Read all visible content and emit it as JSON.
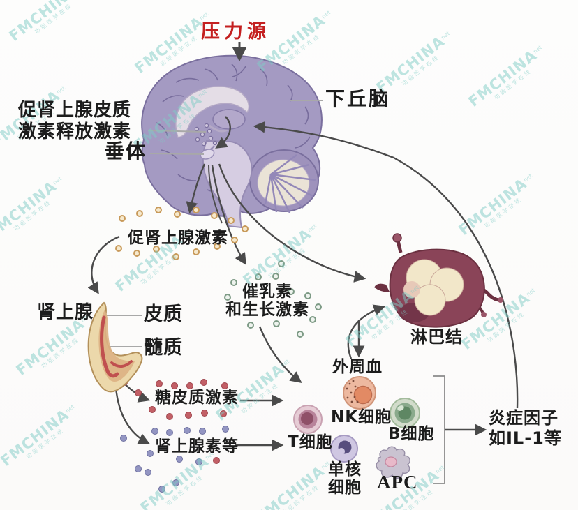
{
  "labels": {
    "stressor": "压力源",
    "hypothalamus": "下丘脑",
    "crh": {
      "line1": "促肾上腺皮质",
      "line2": "激素释放激素"
    },
    "pituitary": "垂体",
    "acth": "促肾上腺激素",
    "adrenal_gland": "肾上腺",
    "adrenal_cortex": "皮质",
    "adrenal_medulla": "髓质",
    "prolactin_gh": {
      "line1": "催乳素",
      "line2": "和生长激素"
    },
    "lymph_node": "淋巴结",
    "peripheral_blood": "外周血",
    "glucocorticoid": "糖皮质激素",
    "adrenaline": "肾上腺素等",
    "t_cell": "T细胞",
    "nk_cell": "NK细胞",
    "b_cell": "B细胞",
    "monocyte": {
      "line1": "单核",
      "line2": "细胞"
    },
    "apc": "APC",
    "inflammatory_factor": {
      "line1": "炎症因子",
      "line2": "如IL-1等"
    }
  },
  "connections": [
    "压力源 → 脑(下丘脑)",
    "垂体 → 促肾上腺激素",
    "垂体 → 催乳素和生长激素",
    "垂体 → 淋巴结",
    "促肾上腺激素 → 肾上腺",
    "肾上腺 → 糖皮质激素",
    "肾上腺 → 肾上腺素等",
    "糖皮质激素 → 免疫细胞",
    "肾上腺素等 → 免疫细胞",
    "催乳素和生长激素 → 免疫细胞",
    "淋巴结 → 外周血",
    "外周血 → 淋巴结",
    "免疫细胞 → 炎症因子如IL-1等",
    "炎症因子如IL-1等 → 下丘脑"
  ],
  "watermark": {
    "text": "FMCHINA",
    "suffix": "net",
    "subtext": "功能医学在线"
  },
  "colors": {
    "accent-red": "#c42020",
    "text": "#1c1c1c",
    "arrow": "#4a4a4a",
    "pointer": "#a8a8a8",
    "watermark": "#7fccc6",
    "brain": "#a49ac2",
    "brain-light": "#e4dde6",
    "cerebellum-cream": "#eae3d6",
    "adrenal-cream": "#ecd8ab",
    "adrenal-red": "#c04f4f",
    "lymph-body": "#8a4458",
    "lymph-dark": "#6b3040",
    "lymph-cream": "#f2e7c9",
    "dot-acth": "#c89a5a",
    "dot-prolactin": "#7d9a85",
    "dot-glucocorticoid": "#c25f66",
    "dot-adrenaline": "#9395c2",
    "nk-cell": "#edb9a0",
    "t-cell": "#b8839a",
    "b-cell": "#8aaa8c",
    "monocyte": "#cfc7e2",
    "apc-cell": "#cac3d1"
  }
}
